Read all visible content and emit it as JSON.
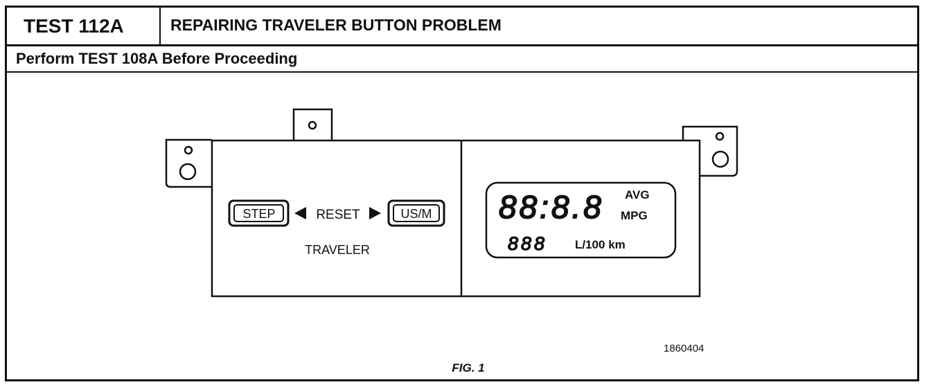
{
  "header": {
    "test_id": "TEST 112A",
    "title": "REPAIRING TRAVELER BUTTON PROBLEM",
    "subtitle": "Perform TEST 108A Before Proceeding"
  },
  "panel": {
    "step_label": "STEP",
    "reset_label": "RESET",
    "usm_label": "US/M",
    "traveler_label": "TRAVELER",
    "display_digits": "88:8.8",
    "avg_label": "AVG",
    "mpg_label": "MPG",
    "small_digits": "888",
    "unit_label": "L/100 km"
  },
  "figure": {
    "ref_number": "1860404",
    "caption": "FIG. 1"
  }
}
